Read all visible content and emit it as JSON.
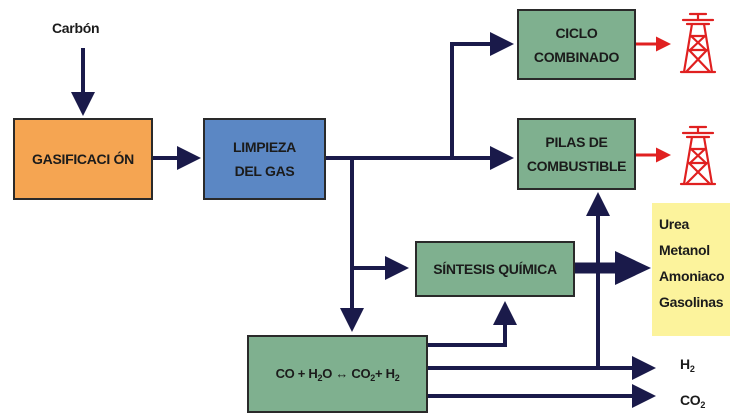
{
  "input": {
    "coal_label": "Carbón"
  },
  "boxes": {
    "gasification": "GASIFICACI ÓN",
    "gas_cleaning": [
      "LIMPIEZA",
      "DEL GAS"
    ],
    "combined_cycle": [
      "CICLO",
      "COMBINADO"
    ],
    "fuel_cells": [
      "PILAS DE",
      "COMBUSTIBLE"
    ],
    "chemical_synthesis": "SÍNTESIS QUÍMICA",
    "shift_reaction": {
      "co": "CO + H",
      "h2o_sub": "2",
      "o": "O",
      "arrow": " ↔ ",
      "co2": "CO",
      "co2_sub": "2",
      "plus_h": "+ H",
      "h_sub": "2"
    }
  },
  "products": [
    "Urea",
    "Metanol",
    "Amoniaco",
    "Gasolinas"
  ],
  "outputs": {
    "h2": {
      "symbol": "H",
      "sub": "2"
    },
    "co2": {
      "symbol": "CO",
      "sub": "2"
    }
  },
  "icons": [
    "power-tower-icon",
    "power-tower-icon"
  ],
  "colors": {
    "gasification": "#f5a552",
    "gas_cleaning": "#5b87c4",
    "process_green": "#7fb08f",
    "products_bg": "#fcf39c",
    "flow_line": "#1a1a4a",
    "power_arrow": "#e02020"
  }
}
